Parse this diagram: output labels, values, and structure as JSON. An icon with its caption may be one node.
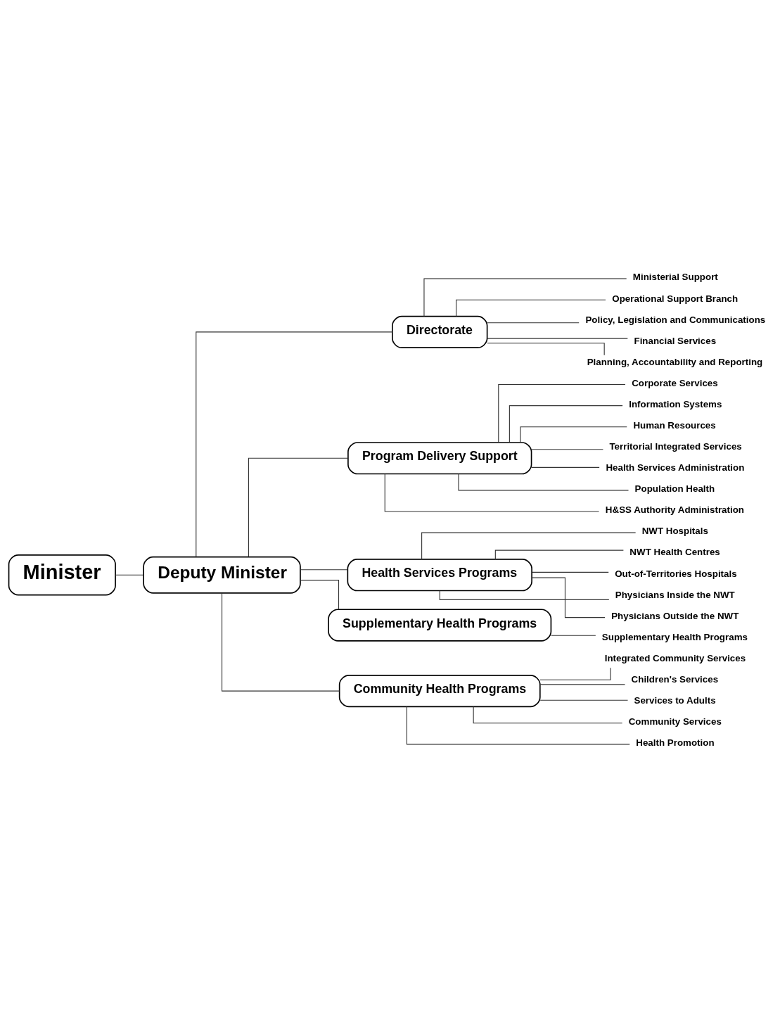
{
  "diagram": {
    "nodes": [
      {
        "text": [
          "Minister"
        ]
      },
      {
        "text": [
          "Deputy Minister"
        ]
      },
      {
        "text": [
          "Directorate"
        ]
      },
      {
        "text": [
          "Ministerial Support"
        ]
      },
      {
        "text": [
          "Operational Support Branch"
        ]
      },
      {
        "text": [
          "Policy, Legislation and Communications"
        ]
      },
      {
        "text": [
          "Financial Services"
        ]
      },
      {
        "text": [
          "Planning, Accountability and Reporting"
        ]
      },
      {
        "text": [
          "Program Delivery Support"
        ]
      },
      {
        "text": [
          "Corporate Services"
        ]
      },
      {
        "text": [
          "Information Systems"
        ]
      },
      {
        "text": [
          "Human Resources"
        ]
      },
      {
        "text": [
          "Territorial Integrated Services"
        ]
      },
      {
        "text": [
          "Health Services Administration"
        ]
      },
      {
        "text": [
          "Population Health"
        ]
      },
      {
        "text": [
          "H&SS Authority Administration"
        ]
      },
      {
        "text": [
          "Health Services Programs"
        ]
      },
      {
        "text": [
          "NWT Hospitals"
        ]
      },
      {
        "text": [
          "NWT Health Centres"
        ]
      },
      {
        "text": [
          "Out-of-Territories Hospitals"
        ]
      },
      {
        "text": [
          "Physicians Inside the NWT"
        ]
      },
      {
        "text": [
          "Physicians Outside the NWT"
        ]
      },
      {
        "text": [
          "Supplementary Health Programs"
        ]
      },
      {
        "text": [
          "Supplementary Health Programs"
        ]
      },
      {
        "text": [
          "Community Health Programs"
        ]
      },
      {
        "text": [
          "Integrated Community Services"
        ]
      },
      {
        "text": [
          "Children's Services"
        ]
      },
      {
        "text": [
          "Services to Adults"
        ]
      },
      {
        "text": [
          "Community Services"
        ]
      },
      {
        "text": [
          "Health Promotion"
        ]
      }
    ],
    "edges": [
      {
        "from": 0,
        "to": 1,
        "arrow": "none"
      },
      {
        "from": 1,
        "to": 2,
        "arrow": "none"
      },
      {
        "from": 1,
        "to": 8,
        "arrow": "none"
      },
      {
        "from": 1,
        "to": 16,
        "arrow": "none"
      },
      {
        "from": 1,
        "to": 22,
        "arrow": "none"
      },
      {
        "from": 1,
        "to": 24,
        "arrow": "none"
      },
      {
        "from": 2,
        "to": 3,
        "arrow": "none"
      },
      {
        "from": 2,
        "to": 4,
        "arrow": "none"
      },
      {
        "from": 2,
        "to": 5,
        "arrow": "none"
      },
      {
        "from": 2,
        "to": 6,
        "arrow": "none"
      },
      {
        "from": 2,
        "to": 7,
        "arrow": "none"
      },
      {
        "from": 8,
        "to": 9,
        "arrow": "none"
      },
      {
        "from": 8,
        "to": 10,
        "arrow": "none"
      },
      {
        "from": 8,
        "to": 11,
        "arrow": "none"
      },
      {
        "from": 8,
        "to": 12,
        "arrow": "none"
      },
      {
        "from": 8,
        "to": 13,
        "arrow": "none"
      },
      {
        "from": 8,
        "to": 14,
        "arrow": "none"
      },
      {
        "from": 8,
        "to": 15,
        "arrow": "none"
      },
      {
        "from": 16,
        "to": 17,
        "arrow": "none"
      },
      {
        "from": 16,
        "to": 18,
        "arrow": "none"
      },
      {
        "from": 16,
        "to": 19,
        "arrow": "none"
      },
      {
        "from": 16,
        "to": 20,
        "arrow": "none"
      },
      {
        "from": 16,
        "to": 21,
        "arrow": "none"
      },
      {
        "from": 22,
        "to": 23,
        "arrow": "none"
      },
      {
        "from": 24,
        "to": 25,
        "arrow": "none"
      },
      {
        "from": 24,
        "to": 26,
        "arrow": "none"
      },
      {
        "from": 24,
        "to": 27,
        "arrow": "none"
      },
      {
        "from": 24,
        "to": 28,
        "arrow": "none"
      },
      {
        "from": 24,
        "to": 29,
        "arrow": "none"
      }
    ]
  }
}
